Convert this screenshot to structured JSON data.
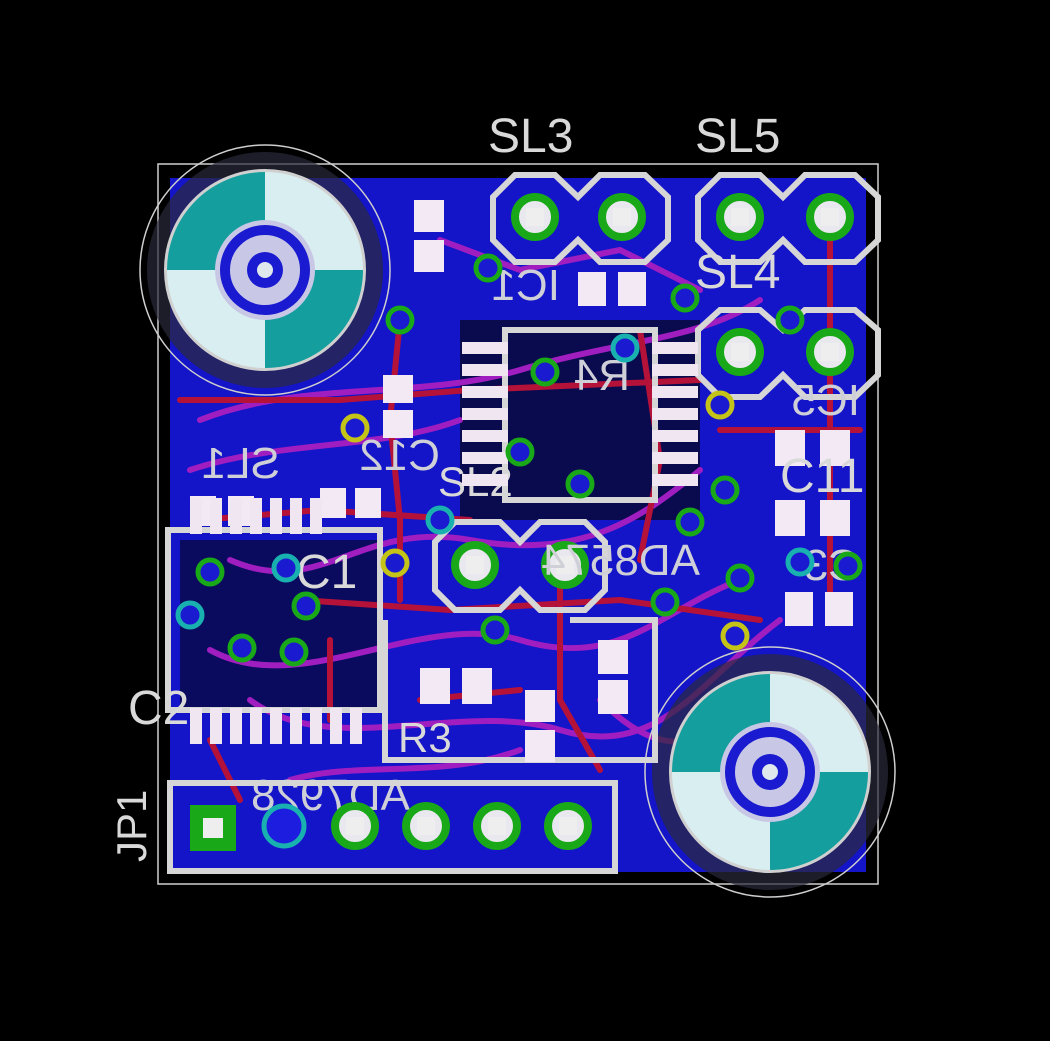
{
  "board": {
    "title": "",
    "colors": {
      "background": "#000000",
      "copper_bottom": "#1414c8",
      "trace_top": "#b5123a",
      "trace_bottom": "#a01ec0",
      "pad": "#f2e9f4",
      "through_hole": "#18a818",
      "silkscreen": "#d9d9d9",
      "mount_hole": "#19a6a6"
    }
  },
  "labels": {
    "sl3": "SL3",
    "sl5": "SL5",
    "sl4": "SL4",
    "sl2": "SL2",
    "ic1": "IC1",
    "ic5": "IC5",
    "ad8574": "AD8574",
    "c1": "C1",
    "c2": "C2",
    "c3": "C3",
    "c11": "C11",
    "r3": "R3",
    "jp1": "JP1",
    "r4": "R4",
    "c12": "C12",
    "ad7928": "AD7928",
    "sl1": "SL1"
  }
}
